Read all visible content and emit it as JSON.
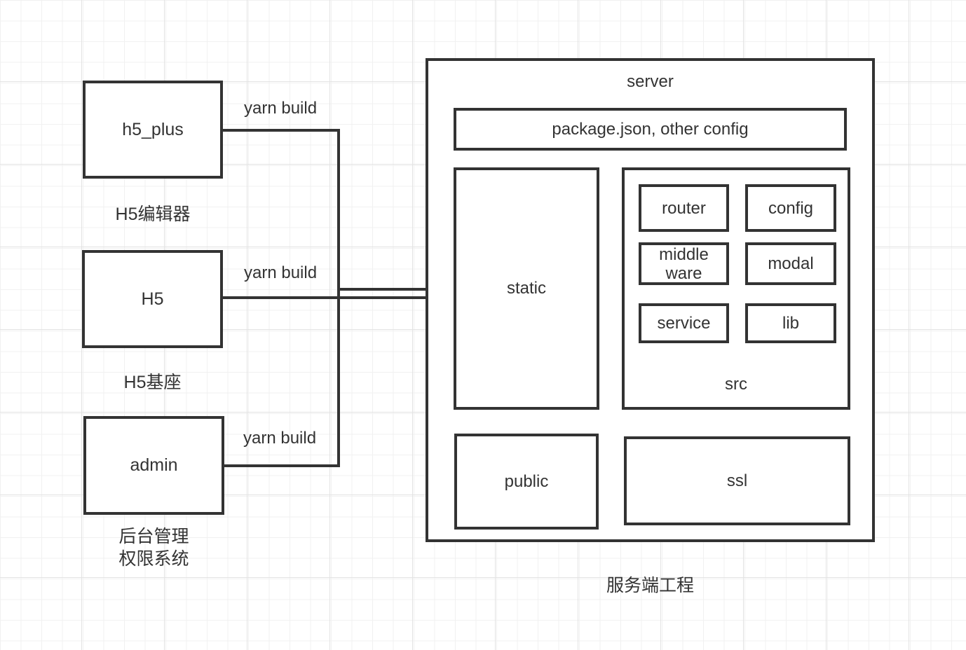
{
  "diagram": {
    "clients": [
      {
        "label": "h5_plus",
        "caption": "H5编辑器",
        "edge_label": "yarn build"
      },
      {
        "label": "H5",
        "caption": "H5基座",
        "edge_label": "yarn build"
      },
      {
        "label": "admin",
        "caption": "后台管理\n权限系统",
        "edge_label": "yarn build"
      }
    ],
    "server": {
      "title": "server",
      "caption": "服务端工程",
      "config_box_label": "package.json, other config",
      "static_label": "static",
      "public_label": "public",
      "ssl_label": "ssl",
      "src_label": "src",
      "src_items": [
        "router",
        "config",
        "middle\nware",
        "modal",
        "service",
        "lib"
      ]
    },
    "colors": {
      "stroke": "#333333",
      "text": "#333333",
      "background": "#ffffff",
      "grid_minor": "#f1f1f1",
      "grid_major": "#e3e3e3"
    }
  }
}
